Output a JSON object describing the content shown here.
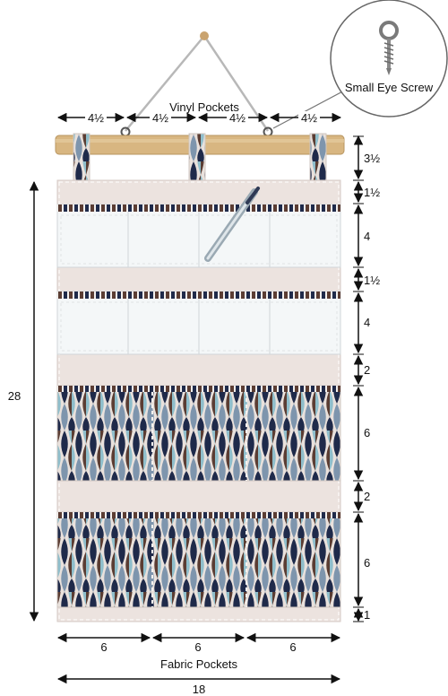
{
  "labels": {
    "vinyl_pockets": "Vinyl Pockets",
    "fabric_pockets": "Fabric Pockets",
    "eye_screw": "Small Eye Screw"
  },
  "top_widths": [
    "4½",
    "4½",
    "4½",
    "4½"
  ],
  "right_heights": [
    "3½",
    "1½",
    "4",
    "1½",
    "4",
    "2",
    "6",
    "2",
    "6",
    "1"
  ],
  "left_height": "28",
  "bottom_widths": [
    "6",
    "6",
    "6"
  ],
  "total_width": "18",
  "colors": {
    "rod": "#d8b681",
    "panel": "#ece3df",
    "vinyl": "#f4f7f8",
    "navy": "#1f2a4a",
    "brown": "#5b3d33",
    "teal": "#8fbecb",
    "gray_blue": "#7e95ad",
    "cord": "#b8b8b8"
  }
}
